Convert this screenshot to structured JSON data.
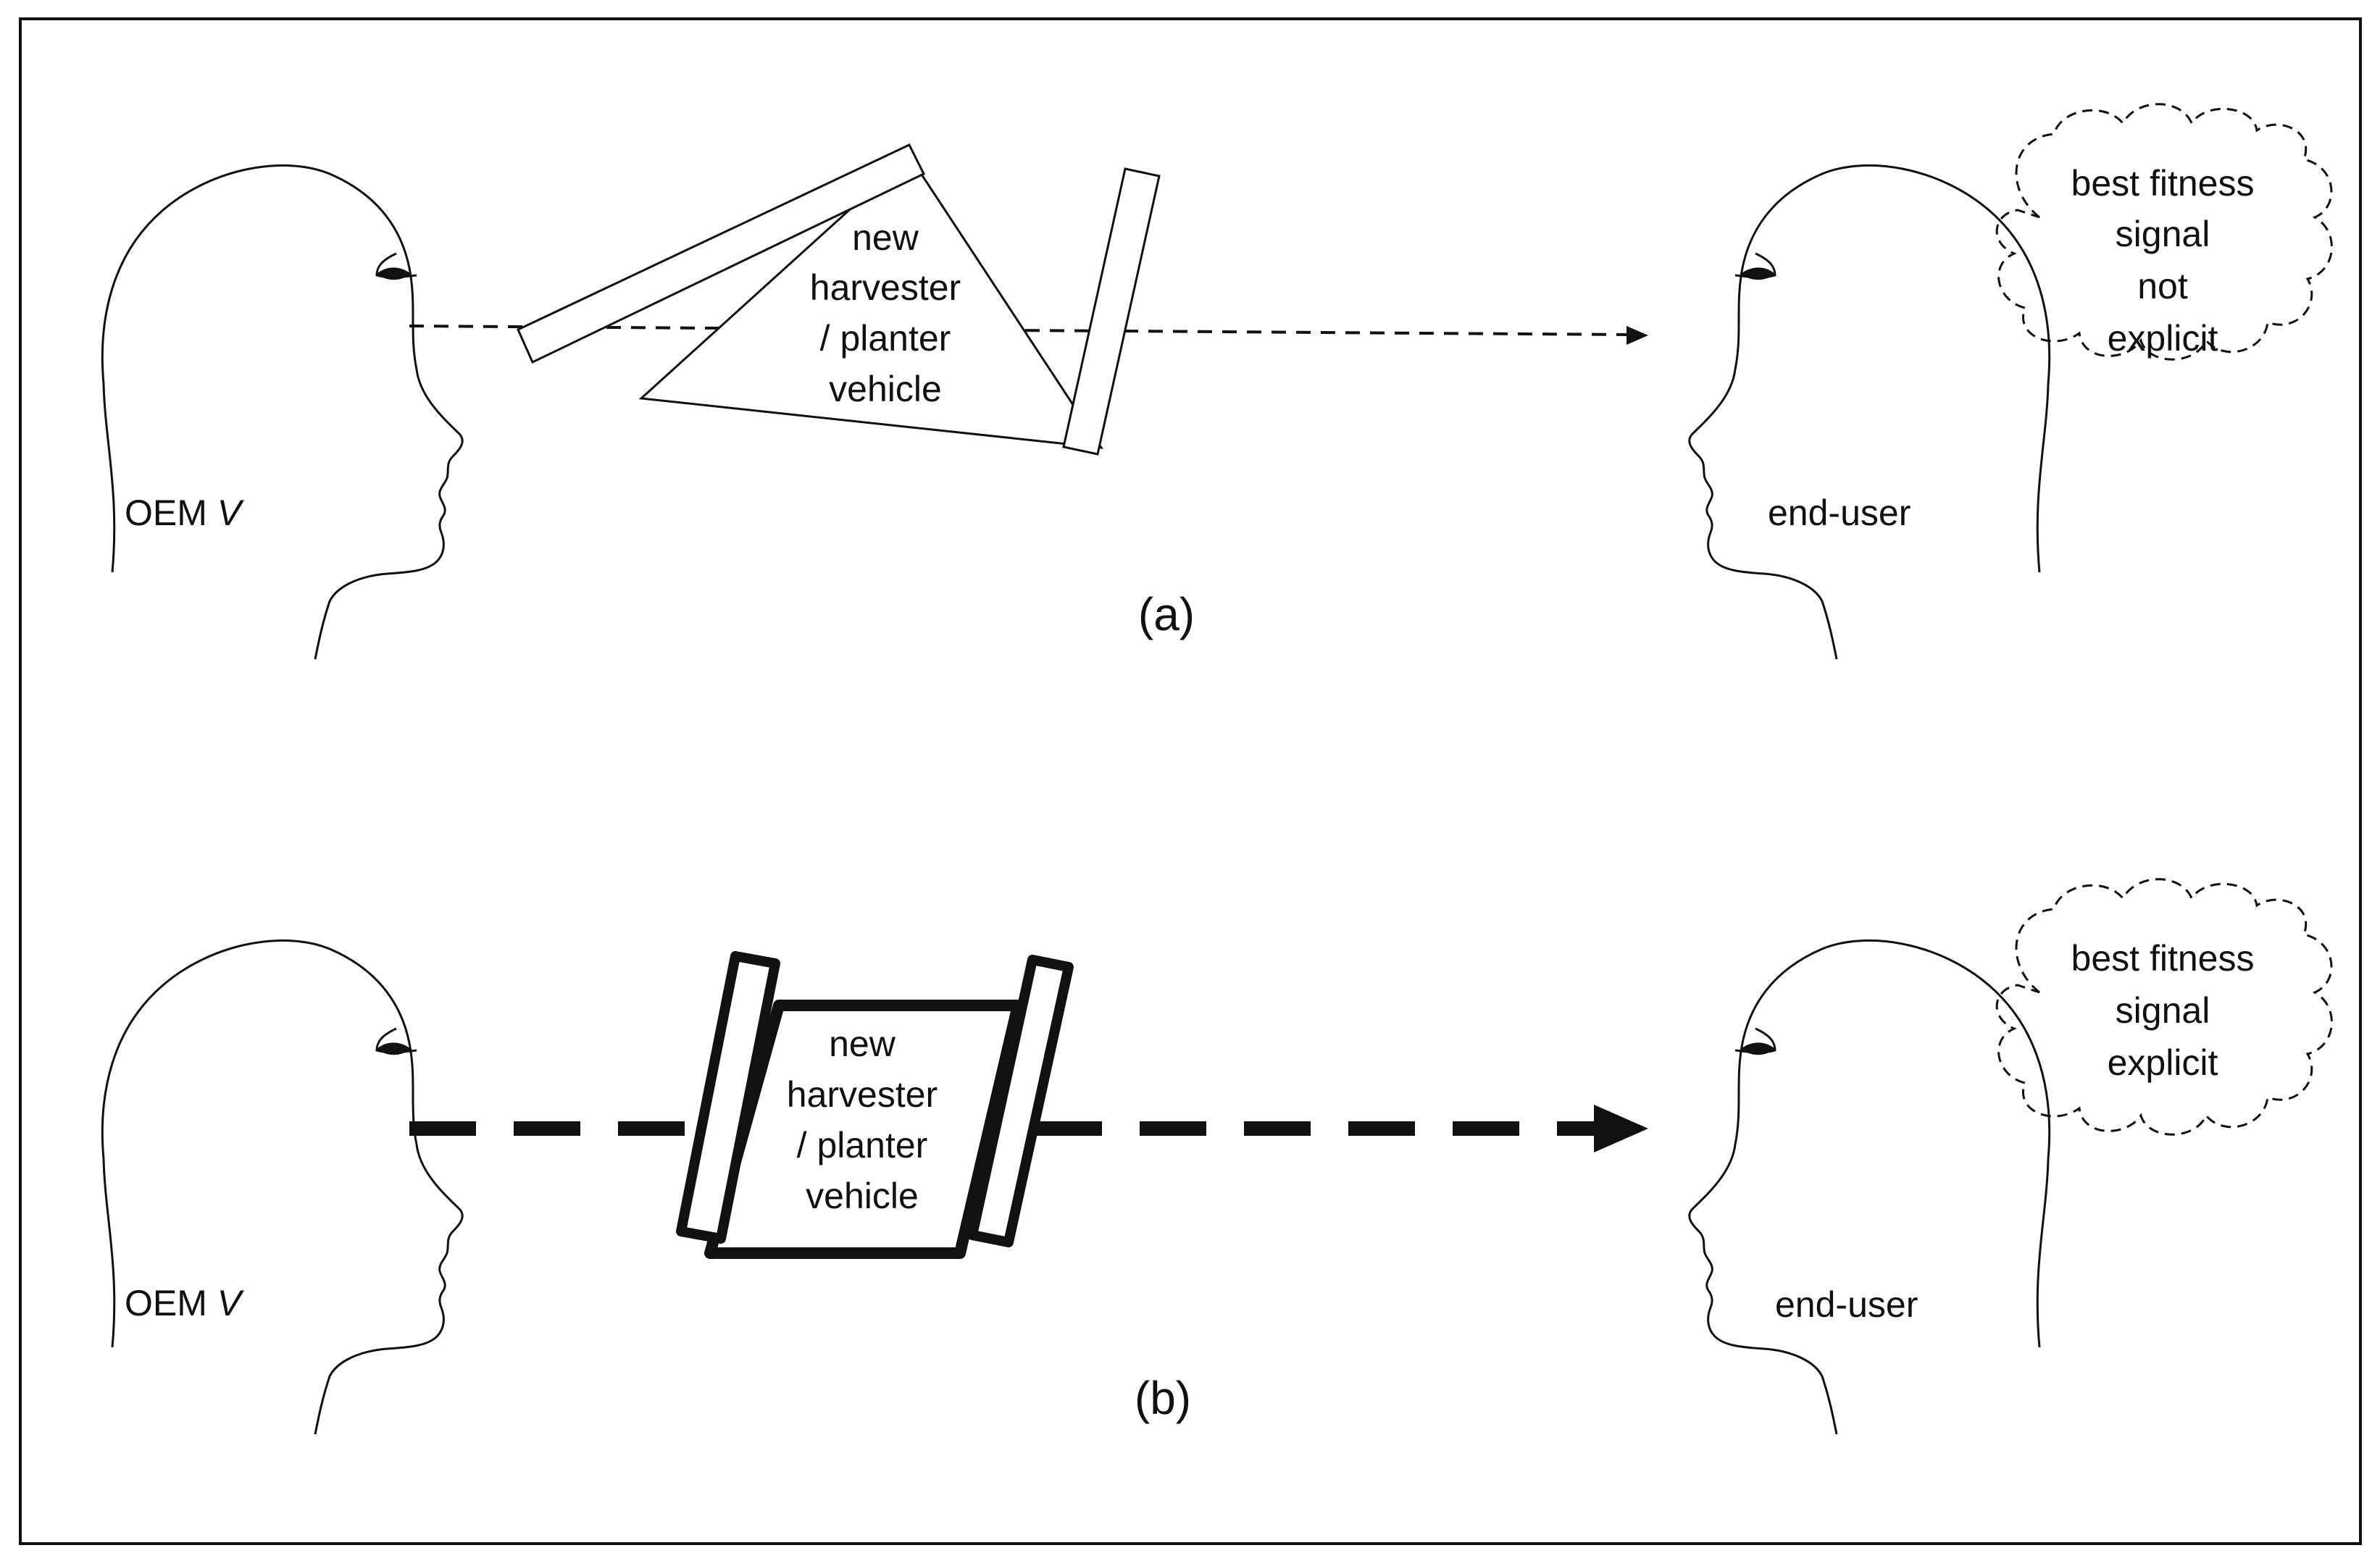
{
  "panel_a": {
    "sender_label": "OEM ",
    "sender_label_italic": "V",
    "receiver_label": "end-user",
    "vehicle_lines": [
      "new",
      "harvester",
      "/ planter",
      "vehicle"
    ],
    "thought_lines": [
      "best fitness",
      "signal",
      "not",
      "explicit"
    ],
    "caption": "(a)"
  },
  "panel_b": {
    "sender_label": "OEM ",
    "sender_label_italic": "V",
    "receiver_label": "end-user",
    "vehicle_lines": [
      "new",
      "harvester",
      "/ planter",
      "vehicle"
    ],
    "thought_lines": [
      "best fitness",
      "signal",
      "explicit"
    ],
    "caption": "(b)"
  },
  "colors": {
    "stroke": "#111111",
    "background": "#ffffff"
  }
}
